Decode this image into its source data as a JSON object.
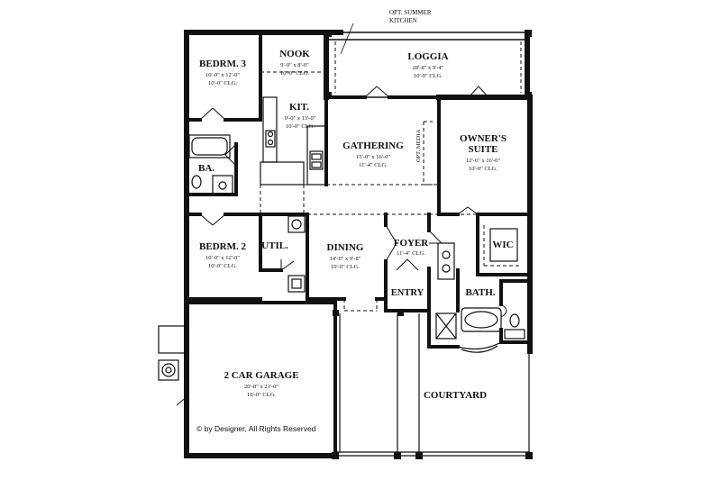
{
  "rooms": {
    "bedrm3": {
      "name": "BEDRM. 3",
      "size": "10'-0\" x 12'-0\"",
      "ceiling": "10'-0\" CLG."
    },
    "nook": {
      "name": "NOOK",
      "size": "9'-0\" x 8'-0\"",
      "ceiling": "10'-0\" CLG."
    },
    "loggia": {
      "name": "LOGGIA",
      "size": "28'-8\" x 9'-4\"",
      "ceiling": "10'-0\" CLG."
    },
    "kitchen": {
      "name": "KIT.",
      "size": "9'-0\" x 13'-0\"",
      "ceiling": "10'-0\" CLG."
    },
    "gathering": {
      "name": "GATHERING",
      "size": "15'-0\" x 16'-0\"",
      "ceiling": "11'-4\" CLG."
    },
    "owners_suite": {
      "name_line1": "OWNER'S",
      "name_line2": "SUITE",
      "size": "12'-6\" x 16'-0\"",
      "ceiling": "10'-0\" CLG."
    },
    "bath_small": {
      "name": "BA."
    },
    "bedrm2": {
      "name": "BEDRM. 2",
      "size": "10'-0\" x 12'-0\"",
      "ceiling": "10'-0\" CLG."
    },
    "util": {
      "name": "UTIL."
    },
    "dining": {
      "name": "DINING",
      "size": "14'-0\" x 9'-8\"",
      "ceiling": "10'-0\" CLG."
    },
    "foyer": {
      "name": "FOYER",
      "ceiling": "11'-4\" CLG."
    },
    "entry": {
      "name": "ENTRY"
    },
    "wic": {
      "name": "WIC"
    },
    "bath": {
      "name": "BATH."
    },
    "garage": {
      "name": "2 CAR GARAGE",
      "size": "20'-8\" x 21'-0\"",
      "ceiling": "10'-0\" CLG."
    },
    "courtyard": {
      "name": "COURTYARD"
    }
  },
  "annotations": {
    "opt_summer_kitchen_line1": "OPT. SUMMER",
    "opt_summer_kitchen_line2": "KITCHEN",
    "opt_media": "OPT. MEDIA",
    "copyright": "© by Designer, All Rights Reserved"
  }
}
